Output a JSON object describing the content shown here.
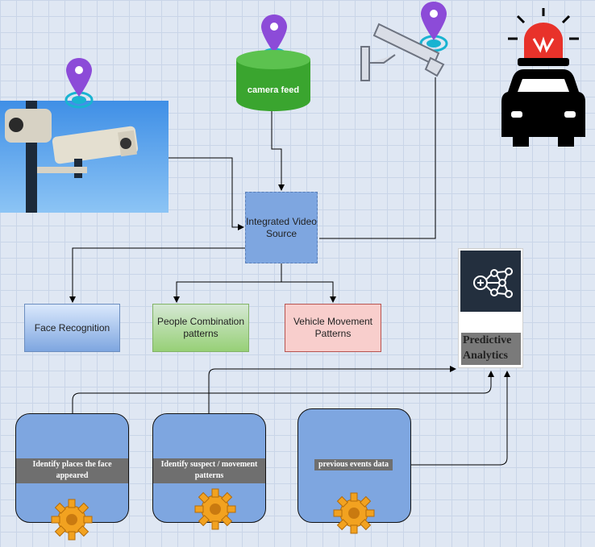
{
  "nodes": {
    "camera_feed": "camera feed",
    "integrated_video_source": "Integrated Video Source",
    "face_recognition": "Face Recognition",
    "people_combination": "People Combination patterns",
    "vehicle_movement": "Vehicle Movement Patterns",
    "predictive_analytics": "Predictive Analytics",
    "identify_places": "Identify places the face appeared",
    "identify_suspect": "Identify suspect / movement patterns",
    "previous_events": "previous events data"
  },
  "colors": {
    "node_blue": "#7ea6e0",
    "face_green": "#97d077",
    "vehicle_pink": "#f8cecc",
    "pin_purple": "#8c4bd8",
    "signal_cyan": "#19b3d1",
    "siren_red": "#e8322a",
    "feed_green": "#3aa52f",
    "gear_orange": "#f2a220"
  },
  "icons": [
    "map-pin-icon",
    "cctv-camera-icon",
    "police-car-icon",
    "siren-icon",
    "neural-network-icon",
    "gear-icon",
    "database-icon"
  ]
}
